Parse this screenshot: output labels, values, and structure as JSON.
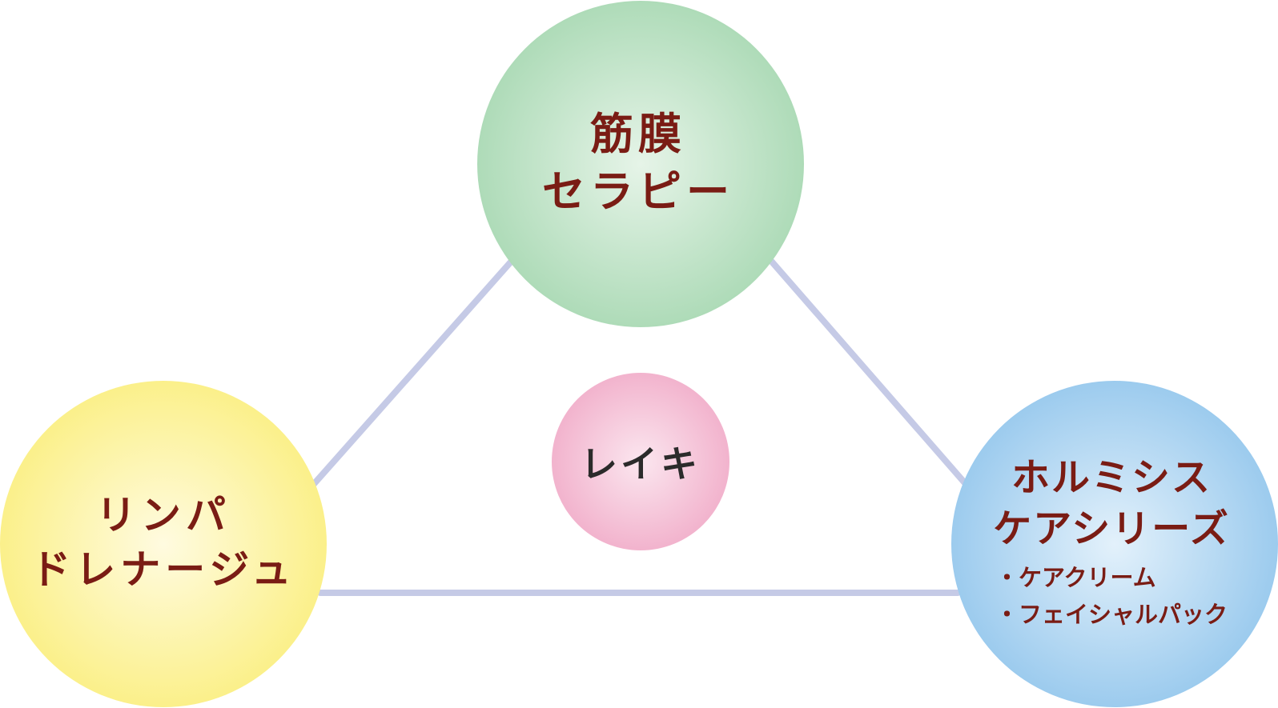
{
  "nodes": {
    "top": {
      "lines": [
        "筋膜",
        "セラピー"
      ],
      "color_center": "#e6f4e8",
      "color_edge": "#aedbb8"
    },
    "left": {
      "lines": [
        "リンパ",
        "ドレナージュ"
      ],
      "color_center": "#fffbe0",
      "color_edge": "#fbf08a"
    },
    "right": {
      "lines": [
        "ホルミシス",
        "ケアシリーズ"
      ],
      "items": [
        "・ケアクリーム",
        "・フェイシャルパック"
      ],
      "color_center": "#e3f1fb",
      "color_edge": "#9ccbee"
    },
    "center": {
      "lines": [
        "レイキ"
      ],
      "color_center": "#fbe6ef",
      "color_edge": "#f2b3cd"
    }
  },
  "connector_color": "#c5cae6"
}
